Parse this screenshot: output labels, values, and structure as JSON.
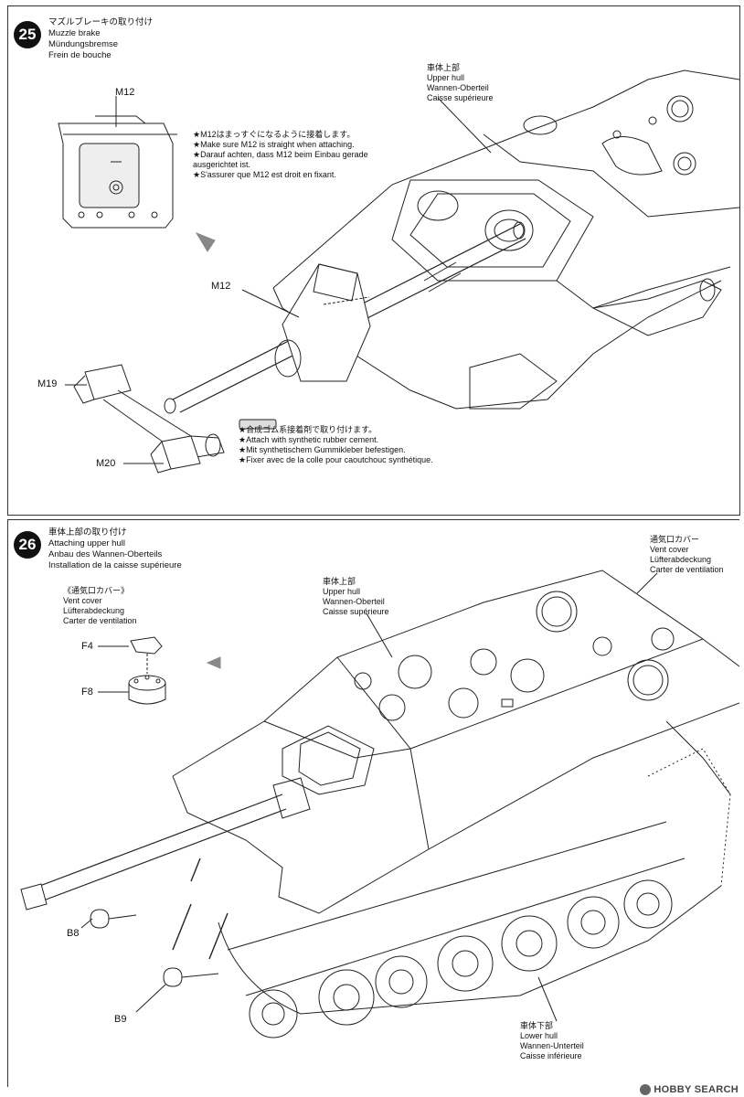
{
  "step25": {
    "number": "25",
    "title": [
      "マズルブレーキの取り付け",
      "Muzzle brake",
      "Mündungsbremse",
      "Frein de bouche"
    ],
    "upper_hull": [
      "車体上部",
      "Upper hull",
      "Wannen-Oberteil",
      "Caisse supérieure"
    ],
    "parts": {
      "m12_detail": "M12",
      "m12": "M12",
      "m19": "M19",
      "m20": "M20"
    },
    "note_straight": [
      "★M12はまっすぐになるように接着します。",
      "★Make sure M12 is straight when attaching.",
      "★Darauf achten, dass M12 beim Einbau gerade",
      "ausgerichtet ist.",
      "★S'assurer que M12 est droit en fixant."
    ],
    "note_cement": [
      "★合成ゴム系接着剤で取り付けます。",
      "★Attach with synthetic rubber cement.",
      "★Mit synthetischem Gummikleber befestigen.",
      "★Fixer avec de la colle pour caoutchouc synthétique."
    ]
  },
  "step26": {
    "number": "26",
    "title": [
      "車体上部の取り付け",
      "Attaching upper hull",
      "Anbau des Wannen-Oberteils",
      "Installation de la caisse supérieure"
    ],
    "vent_cover_left": [
      "《通気口カバー》",
      "Vent cover",
      "Lüfterabdeckung",
      "Carter de ventilation"
    ],
    "vent_cover_right": [
      "通気口カバー",
      "Vent cover",
      "Lüfterabdeckung",
      "Carter de ventilation"
    ],
    "upper_hull": [
      "車体上部",
      "Upper hull",
      "Wannen-Oberteil",
      "Caisse supérieure"
    ],
    "lower_hull": [
      "車体下部",
      "Lower hull",
      "Wannen-Unterteil",
      "Caisse inférieure"
    ],
    "parts": {
      "f4": "F4",
      "f8": "F8",
      "b8": "B8",
      "b9": "B9"
    }
  },
  "watermark": "HOBBY SEARCH"
}
